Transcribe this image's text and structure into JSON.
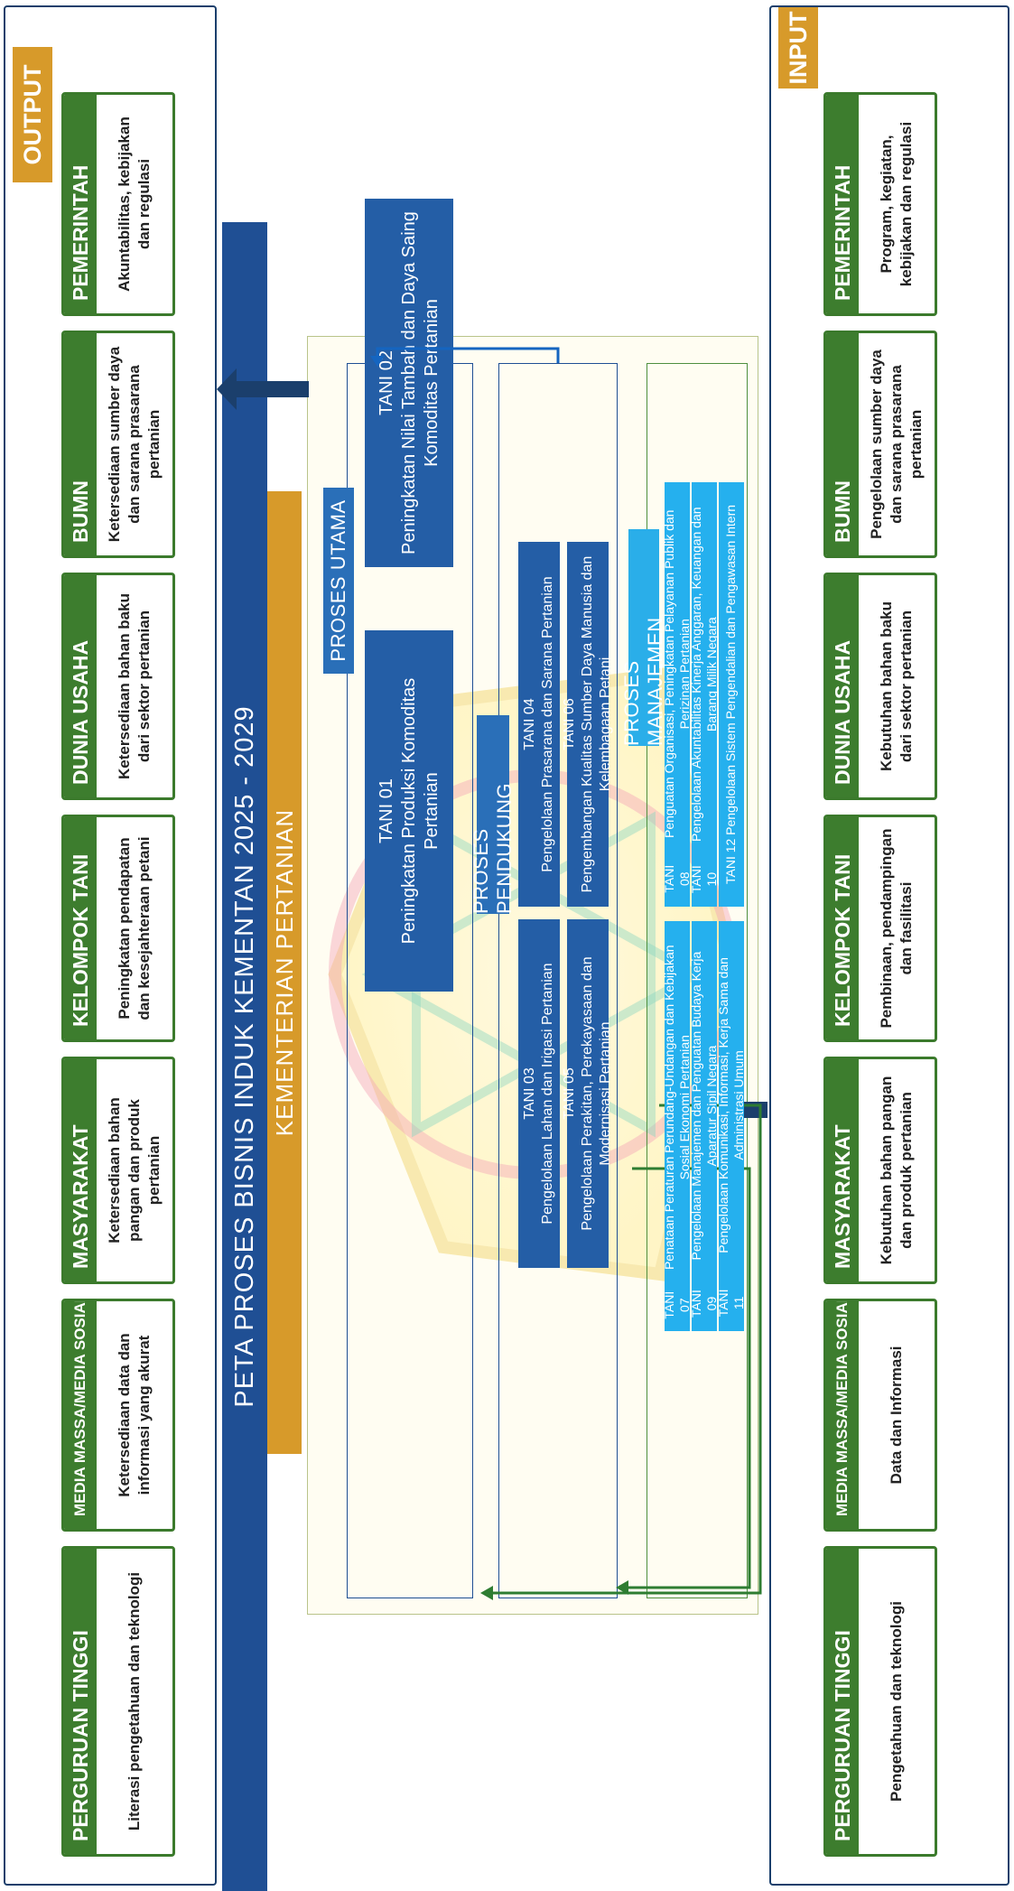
{
  "title": "PETA PROSES BISNIS INDUK KEMENTAN 2025 - 2029",
  "subtitle": "KEMENTERIAN PERTANIAN",
  "input": {
    "label": "INPUT",
    "stakeholders": [
      {
        "name": "PEMERINTAH",
        "desc": "Program, kegiatan, kebijakan dan regulasi"
      },
      {
        "name": "BUMN",
        "desc": "Pengelolaan sumber daya dan sarana prasarana pertanian"
      },
      {
        "name": "DUNIA USAHA",
        "desc": "Kebutuhan bahan baku dari sektor pertanian"
      },
      {
        "name": "KELOMPOK TANI",
        "desc": "Pembinaan, pendampingan dan fasilitasi"
      },
      {
        "name": "MASYARAKAT",
        "desc": "Kebutuhan bahan pangan dan produk pertanian"
      },
      {
        "name": "MEDIA MASSA/MEDIA SOSIAL",
        "desc": "Data dan Informasi"
      },
      {
        "name": "PERGURUAN TINGGI",
        "desc": "Pengetahuan dan teknologi"
      }
    ]
  },
  "output": {
    "label": "OUTPUT",
    "stakeholders": [
      {
        "name": "PEMERINTAH",
        "desc": "Akuntabilitas, kebijakan dan regulasi"
      },
      {
        "name": "BUMN",
        "desc": "Ketersediaan sumber daya dan sarana prasarana pertanian"
      },
      {
        "name": "DUNIA USAHA",
        "desc": "Ketersediaan bahan baku dari sektor pertanian"
      },
      {
        "name": "KELOMPOK TANI",
        "desc": "Peningkatan pendapatan dan kesejahteraan petani"
      },
      {
        "name": "MASYARAKAT",
        "desc": "Ketersediaan bahan pangan dan produk pertanian"
      },
      {
        "name": "MEDIA MASSA/MEDIA SOSIAL",
        "desc": "Ketersediaan data dan informasi yang akurat"
      },
      {
        "name": "PERGURUAN TINGGI",
        "desc": "Literasi pengetahuan dan teknologi"
      }
    ]
  },
  "proses_utama": {
    "label": "PROSES UTAMA",
    "items": [
      {
        "code": "TANI 01",
        "name": "Peningkatan Produksi Komoditas Pertanian"
      },
      {
        "code": "TANI 02",
        "name": "Peningkatan Nilai Tambah dan Daya Saing Komoditas Pertanian"
      }
    ]
  },
  "proses_pendukung": {
    "label": "PROSES PENDUKUNG",
    "items": [
      {
        "code": "TANI 03",
        "name": "Pengelolaan Lahan dan Irigasi Pertanian"
      },
      {
        "code": "TANI 04",
        "name": "Pengelolaan Prasarana dan Sarana Pertanian"
      },
      {
        "code": "TANI 05",
        "name": "Pengelolaan Perakitan, Perekayasaan dan Modernisasi Pertanian"
      },
      {
        "code": "TANI 06",
        "name": "Pengembangan Kualitas Sumber Daya Manusia dan Kelembagaan Petani"
      }
    ]
  },
  "proses_manajemen": {
    "label": "PROSES MANAJEMEN",
    "items": [
      {
        "code": "TANI 07",
        "name": "Penataan Peraturan Perundang-Undangan dan Kebijakan Sosial Ekonomi Pertanian"
      },
      {
        "code": "TANI 08",
        "name": "Penguatan Organisasi, Peningkatan Pelayanan Publik dan Perizinan Pertanian"
      },
      {
        "code": "TANI 09",
        "name": "Pengelolaan Manajemen dan Penguatan Budaya Kerja Aparatur Sipil Negara"
      },
      {
        "code": "TANI 10",
        "name": "Pengelolaan Akuntabilitas Kinerja Anggaran, Keuangan dan Barang Milik Negara"
      },
      {
        "code": "TANI 11",
        "name": "Pengelolaan Komunikasi, Informasi, Kerja Sama dan Administrasi Umum"
      },
      {
        "code": "TANI 12",
        "name": "Pengelolaan Sistem Pengendalian dan Pengawasan Intern"
      }
    ]
  },
  "colors": {
    "stakeholder_green": "#3d7d2e",
    "tag_orange": "#d79a2a",
    "title_blue": "#1f4f94",
    "process_dark": "#245ea6",
    "process_light": "#25b0ee",
    "arrow_navy": "#1b3f6c",
    "arrow_green": "#2e7d32"
  }
}
